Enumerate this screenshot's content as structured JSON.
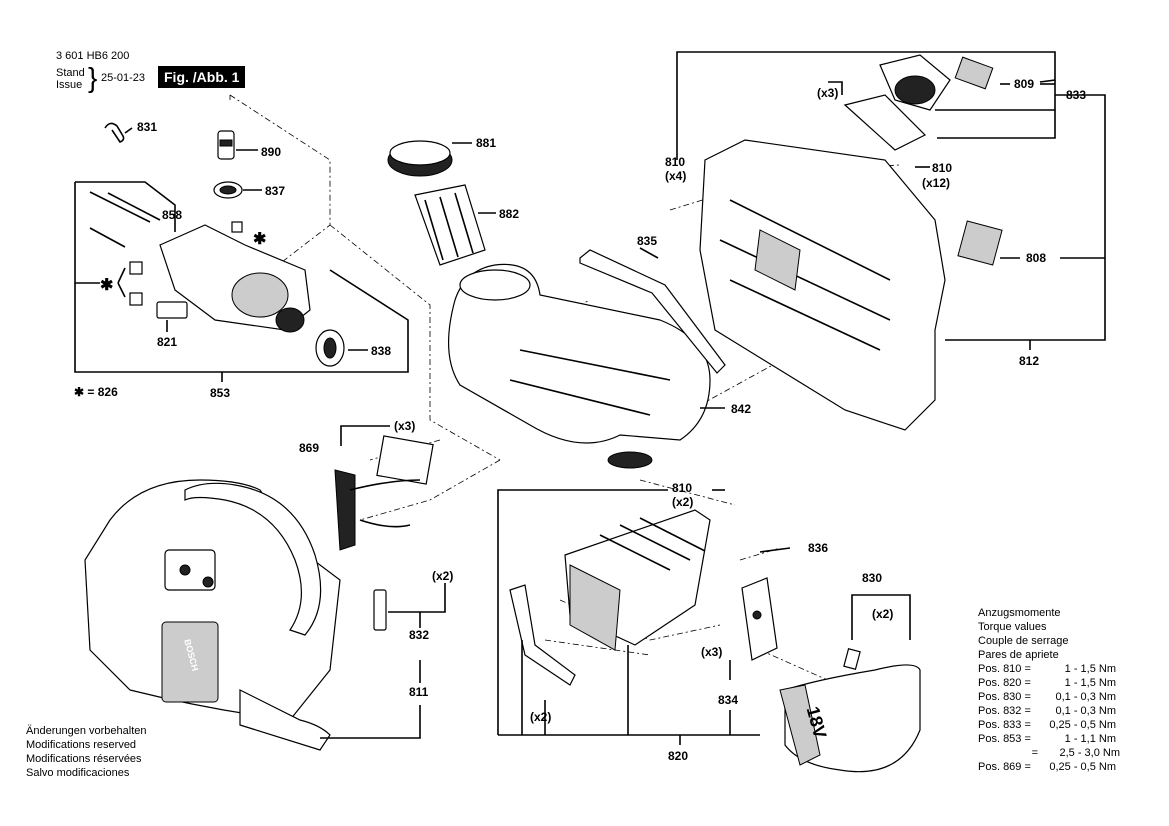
{
  "header": {
    "doc_number": "3 601 HB6 200",
    "stand_label": "Stand",
    "issue_label": "Issue",
    "date": "25-01-23",
    "figure": "Fig. /Abb. 1"
  },
  "parts": {
    "p831": "831",
    "p890": "890",
    "p837": "837",
    "p858": "858",
    "p821": "821",
    "p838": "838",
    "p853": "853",
    "p826": "✱ = 826",
    "p881": "881",
    "p882": "882",
    "p835": "835",
    "p842": "842",
    "p869": "869",
    "p869_qty": "(x3)",
    "p833": "833",
    "p809": "809",
    "p833_qty": "(x3)",
    "p810a": "810",
    "p810a_qty": "(x4)",
    "p810b": "810",
    "p810b_qty": "(x12)",
    "p808": "808",
    "p812": "812",
    "p810c": "810",
    "p810c_qty": "(x2)",
    "p836": "836",
    "p832": "832",
    "p832_qty": "(x2)",
    "p811": "811",
    "p834": "834",
    "p834_qty": "(x3)",
    "p820": "820",
    "p820_qty": "(x2)",
    "p830": "830",
    "p830_qty": "(x2)",
    "star_a": "✱",
    "star_b": "✱",
    "battery_text": "18V",
    "brand_text": "BOSCH"
  },
  "footer_notes": [
    "Änderungen vorbehalten",
    "Modifications reserved",
    "Modifications réservées",
    "Salvo modificaciones"
  ],
  "torque": {
    "titles": [
      "Anzugsmomente",
      "Torque values",
      "Couple de serrage",
      "Pares de apriete"
    ],
    "rows": [
      {
        "pos": "Pos. 810 =",
        "val": "1 - 1,5 Nm"
      },
      {
        "pos": "Pos. 820 =",
        "val": "1 - 1,5 Nm"
      },
      {
        "pos": "Pos. 830 =",
        "val": "0,1 - 0,3 Nm"
      },
      {
        "pos": "Pos. 832 =",
        "val": "0,1 - 0,3 Nm"
      },
      {
        "pos": "Pos. 833 =",
        "val": "0,25 - 0,5 Nm"
      },
      {
        "pos": "Pos. 853 =",
        "val": "1 - 1,1 Nm"
      },
      {
        "pos": "=",
        "val": "2,5 - 3,0 Nm"
      },
      {
        "pos": "Pos. 869 =",
        "val": "0,25 - 0,5 Nm"
      }
    ]
  }
}
